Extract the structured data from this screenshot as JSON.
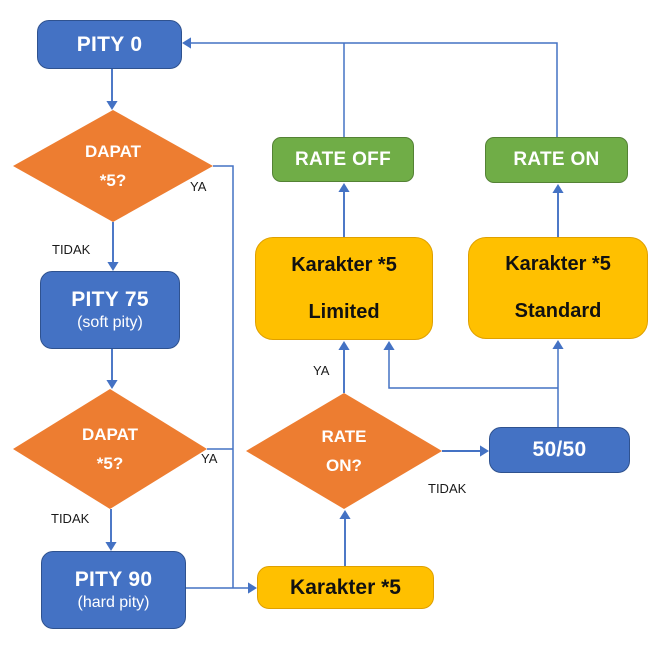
{
  "flowchart": {
    "nodes": {
      "pity0": {
        "label": "PITY 0"
      },
      "dapat1": {
        "line1": "DAPAT",
        "line2": "*5?"
      },
      "pity75": {
        "label": "PITY 75",
        "sublabel": "(soft pity)"
      },
      "dapat2": {
        "line1": "DAPAT",
        "line2": "*5?"
      },
      "pity90": {
        "label": "PITY 90",
        "sublabel": "(hard pity)"
      },
      "karakter5": {
        "label": "Karakter *5"
      },
      "rateon_decision": {
        "line1": "RATE",
        "line2": "ON?"
      },
      "fifty_fifty": {
        "label": "50/50"
      },
      "karakter5_limited": {
        "line1": "Karakter *5",
        "line2": "Limited"
      },
      "karakter5_standard": {
        "line1": "Karakter *5",
        "line2": "Standard"
      },
      "rate_off": {
        "label": "RATE OFF"
      },
      "rate_on": {
        "label": "RATE ON"
      }
    },
    "edge_labels": {
      "ya_dapat1": "YA",
      "tidak_dapat1": "TIDAK",
      "ya_dapat2": "YA",
      "tidak_dapat2": "TIDAK",
      "ya_rateon": "YA",
      "tidak_rateon": "TIDAK"
    },
    "colors": {
      "process_blue": "#4472C4",
      "process_blue_border": "#2F528F",
      "decision_orange": "#ED7D31",
      "result_yellow": "#FFC000",
      "result_yellow_border": "#DFA000",
      "terminal_green": "#70AD47",
      "terminal_green_border": "#548235",
      "connector_blue": "#4472C4",
      "label_text": "#1A1A1A"
    }
  }
}
